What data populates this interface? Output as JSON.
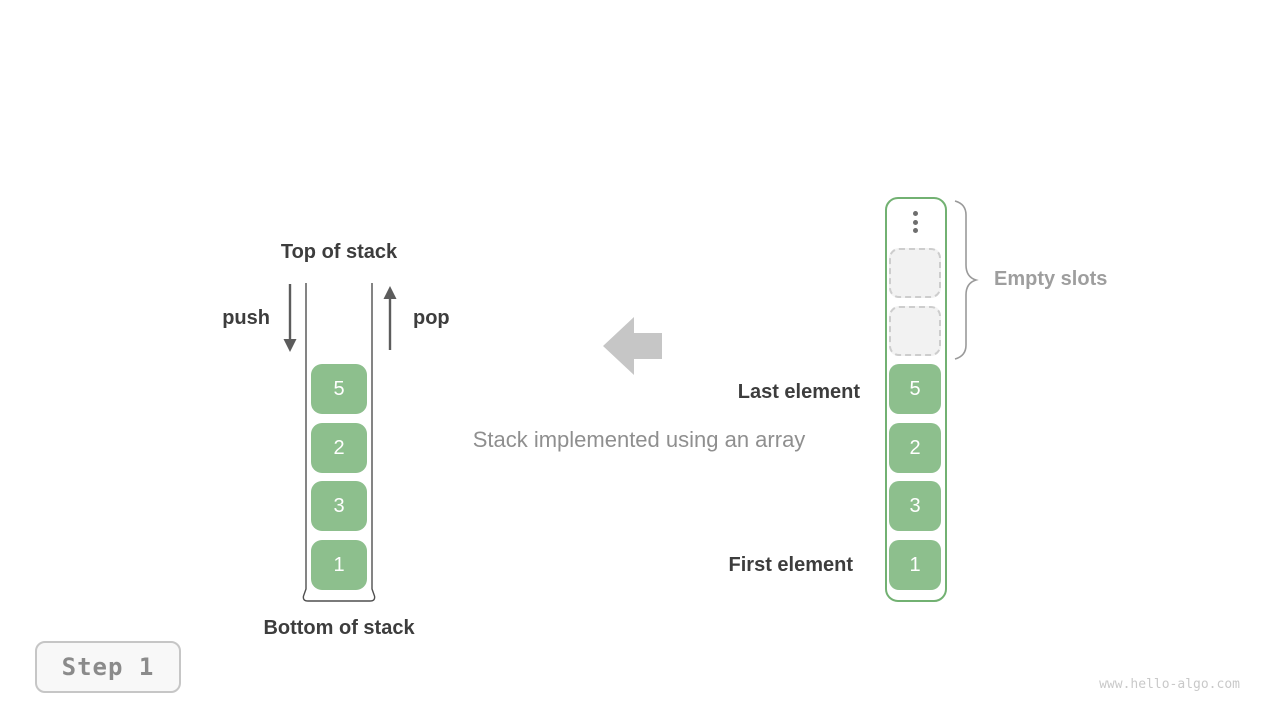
{
  "left_stack": {
    "top_label": "Top of stack",
    "bottom_label": "Bottom of stack",
    "push_label": "push",
    "pop_label": "pop",
    "items": [
      "5",
      "2",
      "3",
      "1"
    ]
  },
  "center": {
    "caption": "Stack implemented using an array",
    "arrow_icon": "left-block-arrow"
  },
  "right_array": {
    "items": [
      "5",
      "2",
      "3",
      "1"
    ],
    "empty_slots_count": 2,
    "ellipsis_icon": "vertical-ellipsis",
    "empty_slots_label": "Empty slots",
    "last_element_label": "Last element",
    "first_element_label": "First element"
  },
  "footer": {
    "step_label": "Step 1",
    "watermark": "www.hello-algo.com"
  },
  "colors": {
    "block_green": "#8dbf8d",
    "array_border_green": "#72b172",
    "text_dark": "#3d3d3d",
    "caption_gray": "#8f8f8f",
    "empty_label_gray": "#9e9e9e",
    "big_arrow_gray": "#c6c6c6",
    "line_dark": "#5c5c5c"
  }
}
